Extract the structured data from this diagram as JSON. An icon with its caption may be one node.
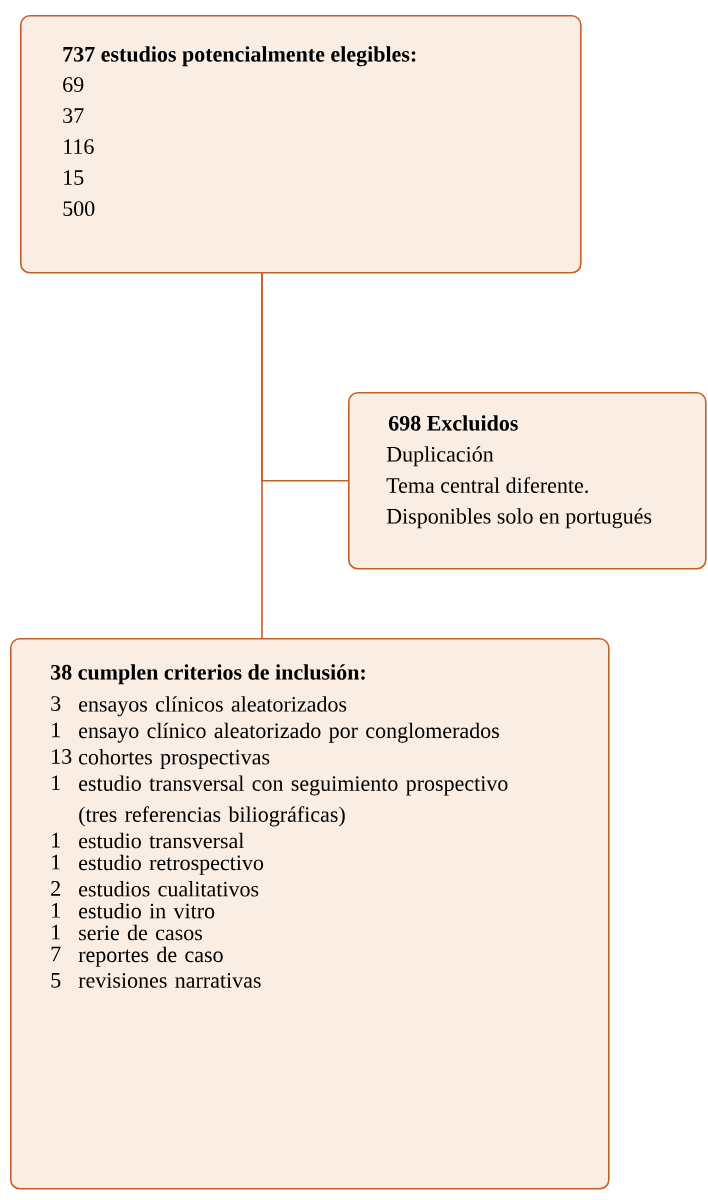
{
  "diagram": {
    "nodes": [
      {
        "text": [
          "737 estudios potencialmente elegibles:",
          "69",
          "37",
          "116",
          "15",
          "500"
        ]
      },
      {
        "text": [
          "698 Excluidos",
          "Duplicación",
          "Tema central diferente.",
          "Disponibles solo en portugués"
        ]
      },
      {
        "text": [
          "38 cumplen criterios de inclusión:",
          "3",
          "ensayos clínicos aleatorizados",
          "1",
          "ensayo clínico aleatorizado por conglomerados",
          "13",
          "cohortes prospectivas",
          "1",
          "estudio transversal con seguimiento prospectivo (tres referencias biliográficas)",
          "1",
          "estudio transversal",
          "1",
          "estudio retrospectivo",
          "2",
          "estudios cualitativos",
          "1",
          "estudio in vitro",
          "1",
          "serie de casos",
          "7",
          "reportes de caso",
          "5",
          "revisiones narrativas"
        ]
      }
    ],
    "edges": [
      {
        "from": 0,
        "to": 2,
        "arrow": "none"
      },
      {
        "from": 0,
        "to": 1,
        "arrow": "none"
      }
    ]
  }
}
